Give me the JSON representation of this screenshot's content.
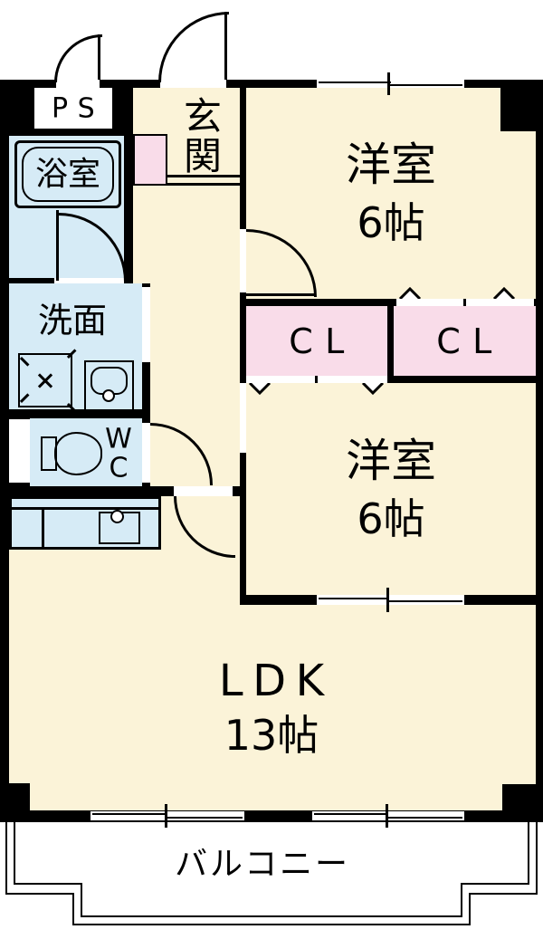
{
  "title": "apartment-floor-plan",
  "rooms": {
    "pipe_space": {
      "label": "PS"
    },
    "entrance": {
      "label": "玄関"
    },
    "bathroom": {
      "label": "浴室"
    },
    "washroom": {
      "label": "洗面"
    },
    "toilet": {
      "label": "WC"
    },
    "bedroom_top": {
      "label": "洋室",
      "size": "6帖"
    },
    "bedroom_middle": {
      "label": "洋室",
      "size": "6帖"
    },
    "closet_left": {
      "label": "CL"
    },
    "closet_right": {
      "label": "CL"
    },
    "ldk": {
      "label": "LDK",
      "size": "13帖"
    },
    "balcony": {
      "label": "バルコニー"
    }
  },
  "colors": {
    "wall": "#000000",
    "cream": "#FBF3D8",
    "wet": "#D6EBF6",
    "pink": "#F9DCE9",
    "paper": "#FFFFFF"
  }
}
